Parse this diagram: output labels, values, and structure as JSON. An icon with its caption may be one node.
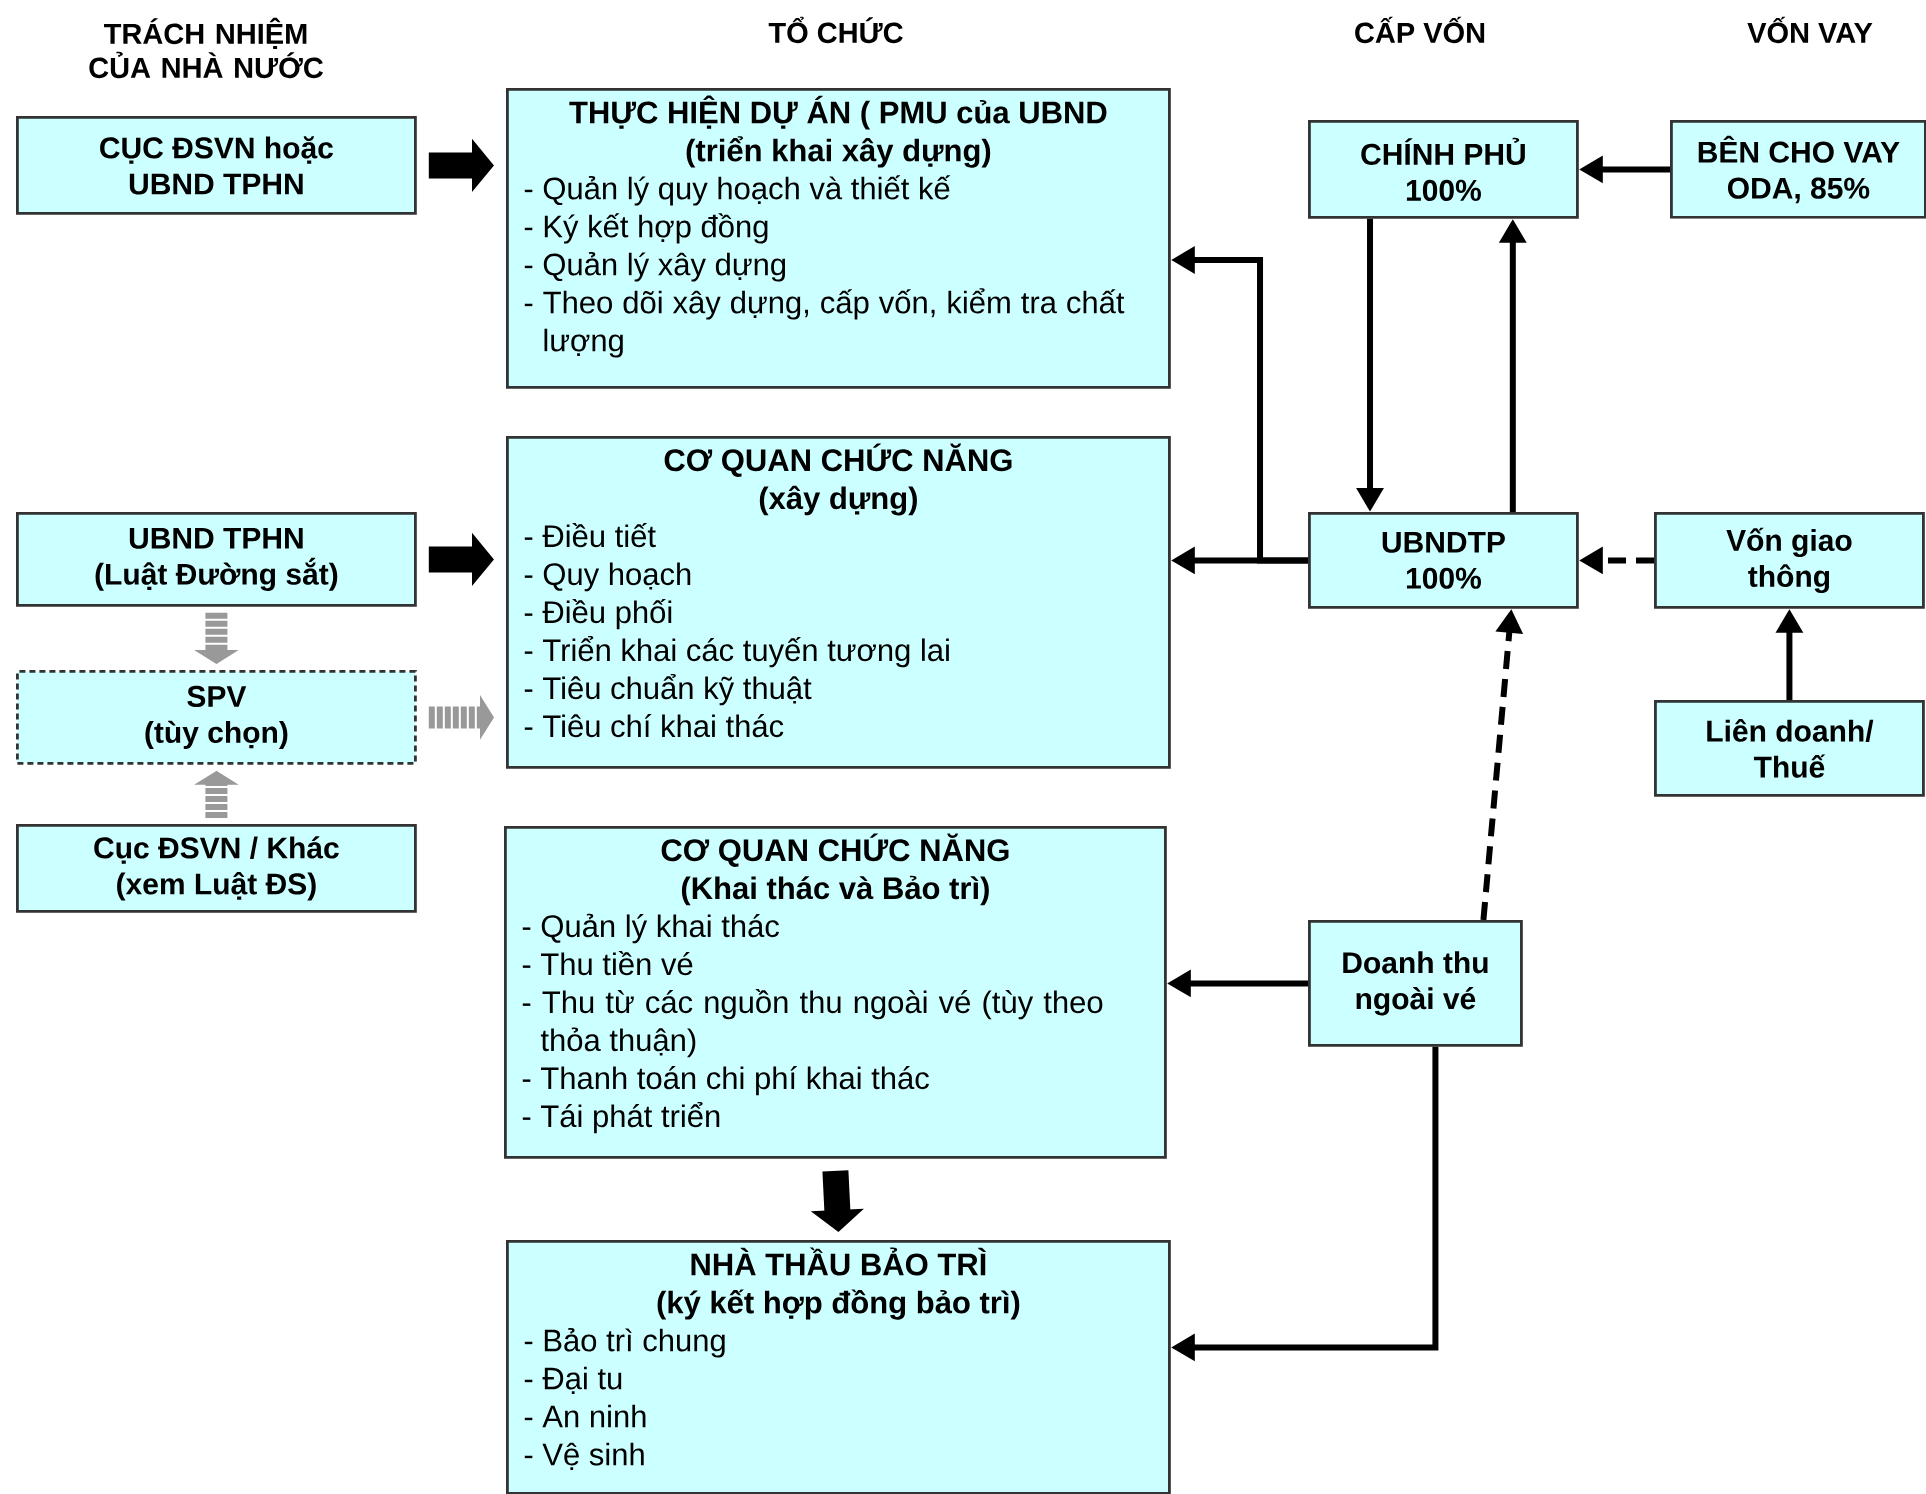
{
  "diagram": {
    "nodes": [
      {
        "text": [
          "CỤC ĐSVN hoặc UBND TPHN"
        ]
      },
      {
        "text": [
          "UBND TPHN",
          "(Luật Đường sắt)"
        ]
      },
      {
        "text": [
          "SPV",
          "(tùy chọn)"
        ]
      },
      {
        "text": [
          "Cục ĐSVN / Khác",
          "(xem Luật ĐS)"
        ]
      },
      {
        "text": [
          "THỰC HIỆN DỰ ÁN ( PMU của UBND",
          "(triển khai xây dựng)",
          "- Quản lý quy hoạch và thiết kế",
          "- Ký kết hợp đồng",
          "- Quản lý xây dựng",
          "- Theo dõi xây dựng, cấp vốn, kiểm tra chất lượng"
        ]
      },
      {
        "text": [
          "CƠ QUAN CHỨC NĂNG",
          "(xây dựng)",
          "- Điều tiết",
          "- Quy hoạch",
          "- Điều phối",
          "- Triển khai các tuyến tương lai",
          "- Tiêu chuẩn kỹ thuật",
          "- Tiêu chí khai thác"
        ]
      },
      {
        "text": [
          "CƠ QUAN CHỨC NĂNG",
          "(Khai thác và Bảo trì)",
          "- Quản lý khai thác",
          "- Thu tiền vé",
          "- Thu từ các nguồn thu ngoài vé (tùy theo thỏa thuận)",
          "- Thanh toán chi phí khai thác",
          "- Tái phát triển"
        ]
      },
      {
        "text": [
          "NHÀ THẦU BẢO TRÌ",
          "(ký kết hợp đồng bảo trì)",
          "- Bảo trì chung",
          "- Đại tu",
          "- An ninh",
          "- Vệ sinh"
        ]
      },
      {
        "text": [
          "CHÍNH PHỦ",
          "100%"
        ]
      },
      {
        "text": [
          "BÊN CHO VAY",
          "ODA, 85%"
        ]
      },
      {
        "text": [
          "UBNDTP",
          "100%"
        ]
      },
      {
        "text": [
          "Vốn giao thông"
        ]
      },
      {
        "text": [
          "Liên doanh/ Thuế"
        ]
      },
      {
        "text": [
          "Doanh thu ngoài vé"
        ]
      }
    ],
    "edges": [
      {
        "from": 0,
        "to": 4,
        "arrow": "to",
        "style": "thick"
      },
      {
        "from": 1,
        "to": 5,
        "arrow": "to",
        "style": "thick"
      },
      {
        "from": 1,
        "to": 2,
        "arrow": "to",
        "style": "dashed",
        "color": "#999999"
      },
      {
        "from": 3,
        "to": 2,
        "arrow": "to",
        "style": "dashed",
        "color": "#999999"
      },
      {
        "from": 2,
        "to": 5,
        "arrow": "to",
        "style": "dashed",
        "color": "#999999"
      },
      {
        "from": 6,
        "to": 7,
        "arrow": "to",
        "style": "thick"
      },
      {
        "from": 8,
        "to": 10,
        "arrow": "to"
      },
      {
        "from": 10,
        "to": 8,
        "arrow": "to"
      },
      {
        "from": 9,
        "to": 8,
        "arrow": "to"
      },
      {
        "from": 11,
        "to": 10,
        "arrow": "to",
        "style": "dashed"
      },
      {
        "from": 12,
        "to": 11,
        "arrow": "to"
      },
      {
        "from": 13,
        "to": 10,
        "arrow": "to",
        "style": "dashed"
      },
      {
        "from": 13,
        "to": 6,
        "arrow": "to"
      },
      {
        "from": 13,
        "to": 7,
        "arrow": "to"
      },
      {
        "from": 10,
        "to": 4,
        "arrow": "to"
      },
      {
        "from": 10,
        "to": 5,
        "arrow": "to"
      }
    ],
    "labels": [
      "TRÁCH NHIỆM CỦA NHÀ NƯỚC",
      "TỔ CHỨC",
      "CẤP VỐN",
      "VỐN VAY"
    ]
  }
}
